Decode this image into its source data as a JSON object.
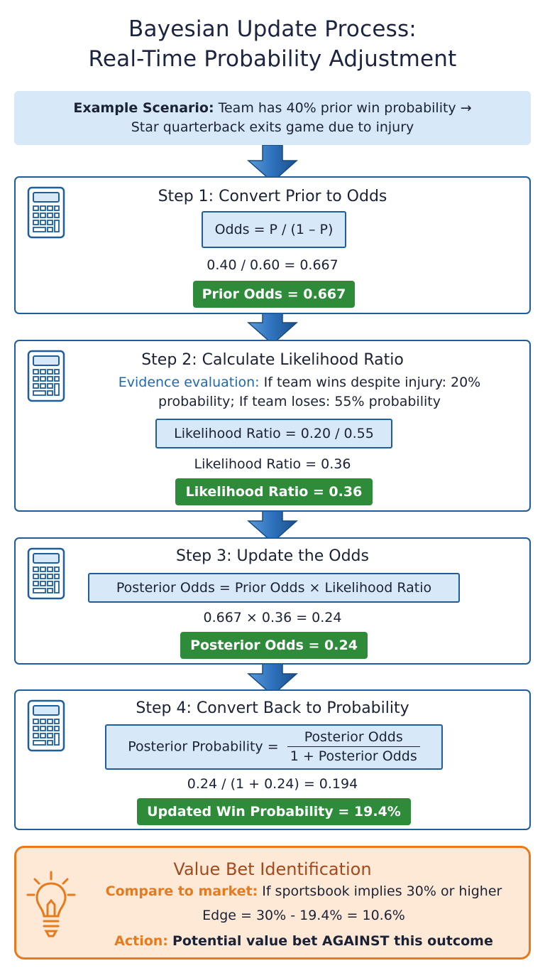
{
  "title": {
    "line1": "Bayesian Update Process:",
    "line2": "Real-Time Probability Adjustment"
  },
  "scenario": {
    "label": "Example Scenario:",
    "line1": "Team has 40% prior win probability →",
    "line2": "Star quarterback exits game due to injury"
  },
  "steps": [
    {
      "title": "Step 1: Convert Prior to Odds",
      "formula": "Odds = P / (1 – P)",
      "calculation": "0.40 / 0.60 = 0.667",
      "result": "Prior Odds = 0.667"
    },
    {
      "title": "Step 2: Calculate Likelihood Ratio",
      "evidence_label": "Evidence evaluation:",
      "evidence_line1": "If team wins despite injury: 20%",
      "evidence_line2": "probability; If team loses: 55% probability",
      "formula": "Likelihood Ratio = 0.20 / 0.55",
      "calculation": "Likelihood Ratio = 0.36",
      "result": "Likelihood Ratio = 0.36"
    },
    {
      "title": "Step 3: Update the Odds",
      "formula": "Posterior Odds = Prior Odds × Likelihood Ratio",
      "calculation": "0.667 × 0.36 = 0.24",
      "result": "Posterior Odds = 0.24"
    },
    {
      "title": "Step 4: Convert Back to Probability",
      "formula_lhs": "Posterior Probability =",
      "formula_num": "Posterior Odds",
      "formula_den": "1 + Posterior Odds",
      "calculation": "0.24 / (1 + 0.24) = 0.194",
      "result": "Updated Win Probability = 19.4%"
    }
  ],
  "value_bet": {
    "title": "Value Bet Identification",
    "compare_label": "Compare to market:",
    "compare_text": "If sportsbook implies 30% or higher",
    "edge": "Edge = 30% - 19.4% = 10.6%",
    "action_label": "Action:",
    "action_text": "Potential value bet AGAINST this outcome"
  },
  "icons": {
    "step_icon": "calculator-icon",
    "value_icon": "lightbulb-icon",
    "connector": "down-arrow-icon"
  },
  "colors": {
    "primary_blue": "#1f5e9c",
    "light_blue": "#d7e9f8",
    "result_green": "#2e8b3a",
    "accent_orange": "#e87a1e",
    "value_bg": "#fde9d6"
  }
}
